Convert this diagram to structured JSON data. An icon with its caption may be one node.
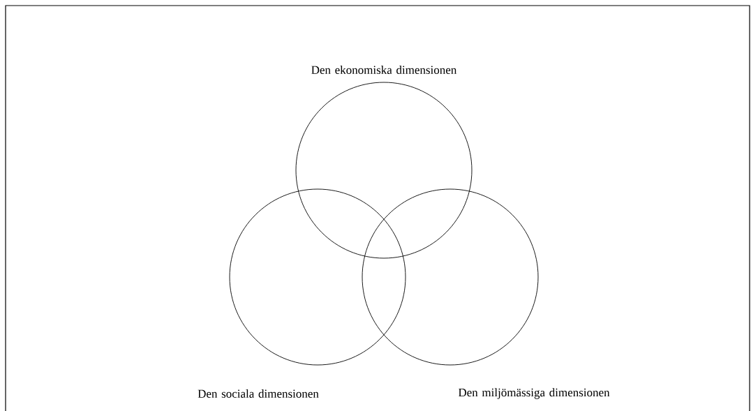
{
  "diagram": {
    "nodes": [
      {
        "text": [
          "Den ekonomiska dimensionen"
        ]
      },
      {
        "text": [
          "Den sociala dimensionen"
        ]
      },
      {
        "text": [
          "Den miljömässiga dimensionen"
        ]
      }
    ]
  }
}
